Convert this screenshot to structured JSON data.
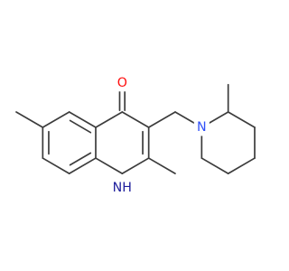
{
  "structure": {
    "colors": {
      "bond": "#3c3c3c",
      "oxygen": "#ff0d0d",
      "nitrogen_ring": "#1e1e9c",
      "nitrogen_amine": "#3050f8",
      "background": "#ffffff"
    },
    "atom_labels": {
      "carbonyl_oxygen": "O",
      "ring_nh": "NH",
      "piperidine_nitrogen": "N"
    }
  }
}
